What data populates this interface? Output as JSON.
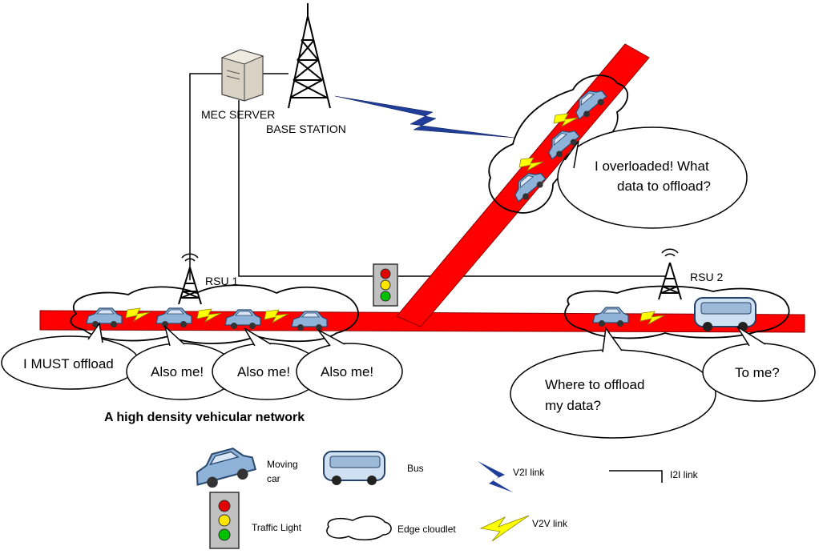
{
  "nodes": {
    "mec_server": "MEC SERVER",
    "base_station": "BASE STATION",
    "rsu1": "RSU 1",
    "rsu2": "RSU 2"
  },
  "bubbles": {
    "overloaded_l1": "I overloaded! What",
    "overloaded_l2": "data to offload?",
    "must_offload": "I MUST offload",
    "also_me": "Also me!",
    "where_l1": "Where to offload",
    "where_l2": "my data?",
    "to_me": "To me?"
  },
  "caption": "A high density vehicular network",
  "legend": {
    "moving_car_l1": "Moving",
    "moving_car_l2": "car",
    "bus": "Bus",
    "v2i": "V2I link",
    "i2i": "I2I link",
    "traffic_light": "Traffic Light",
    "edge_cloudlet": "Edge cloudlet",
    "v2v": "V2V link"
  },
  "colors": {
    "road": "#ff0000",
    "v2i_link": "#1f3d99",
    "v2v_link": "#ffff00",
    "car": "#8fb2d9",
    "bus": "#cfe0f2"
  }
}
